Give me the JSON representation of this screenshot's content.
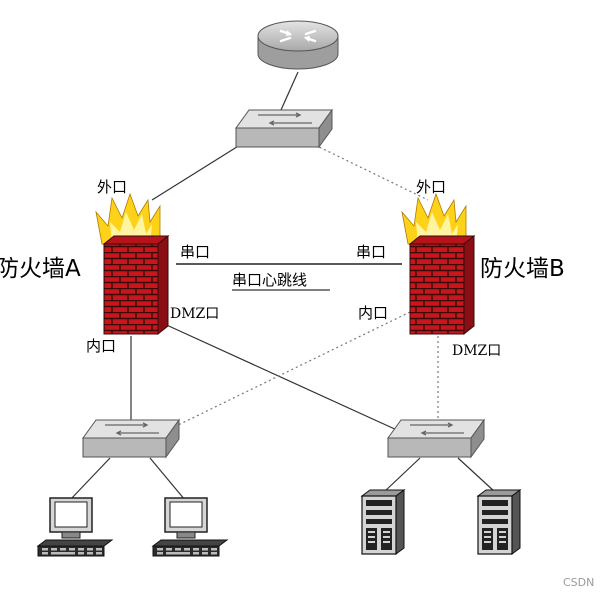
{
  "firewall_a": {
    "name": "防火墙A",
    "external_port": "外口",
    "serial_port": "串口",
    "dmz_port": "DMZ口",
    "internal_port": "内口"
  },
  "firewall_b": {
    "name": "防火墙B",
    "external_port": "外口",
    "serial_port": "串口",
    "dmz_port": "DMZ口",
    "internal_port": "内口"
  },
  "heartbeat_label": "串口心跳线",
  "watermark": "CSDN",
  "colors": {
    "brick": "#c8161d",
    "mortar": "#3a0a0a",
    "flame_outer": "#ffd21a",
    "flame_inner": "#fff4a0",
    "device_gray": "#d2d2d2",
    "line": "#333333"
  }
}
